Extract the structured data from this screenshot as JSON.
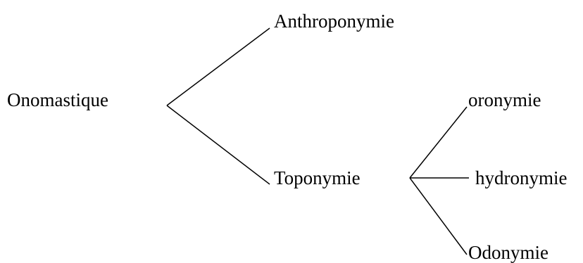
{
  "diagram": {
    "root": "Onomastique",
    "children": [
      {
        "label": "Anthroponymie"
      },
      {
        "label": "Toponymie",
        "children": [
          {
            "label": "oronymie"
          },
          {
            "label": "hydronymie"
          },
          {
            "label": "Odonymie"
          }
        ]
      }
    ]
  },
  "colors": {
    "text": "#000000",
    "lines": "#000000",
    "background": "#ffffff"
  }
}
